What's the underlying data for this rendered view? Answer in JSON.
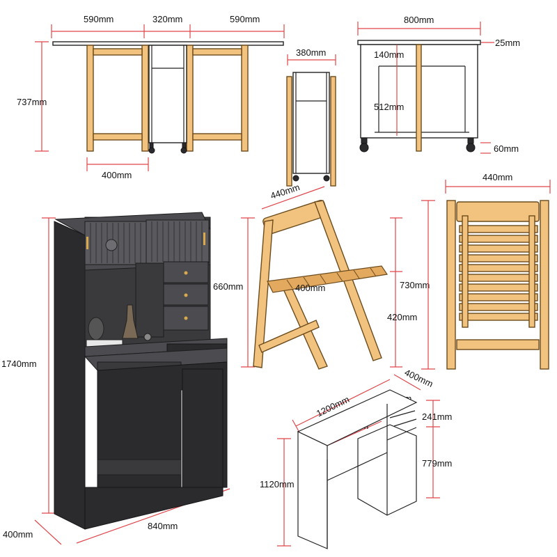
{
  "figure": {
    "table_front": {
      "top_left_width": "590mm",
      "top_center_width": "320mm",
      "top_right_width": "590mm",
      "height": "737mm",
      "leg_span": "400mm"
    },
    "table_side": {
      "width": "380mm"
    },
    "table_end": {
      "width": "800mm",
      "top_thickness": "25mm",
      "upper_gap": "140mm",
      "cabinet_height": "512mm",
      "caster_height": "60mm"
    },
    "chair_side": {
      "depth": "440mm",
      "back_height": "660mm",
      "seat_width": "400mm",
      "total_height": "730mm",
      "seat_height": "420mm"
    },
    "chair_folded": {
      "width": "440mm"
    },
    "bar_cabinet": {
      "height": "1740mm",
      "depth": "400mm",
      "width": "840mm"
    },
    "desk": {
      "width": "1200mm",
      "depth": "400mm",
      "shelf_depth": "380mm",
      "opening_width": "820mm",
      "upper_shelf_height": "241mm",
      "lower_height": "779mm",
      "total_height": "1120mm"
    }
  }
}
